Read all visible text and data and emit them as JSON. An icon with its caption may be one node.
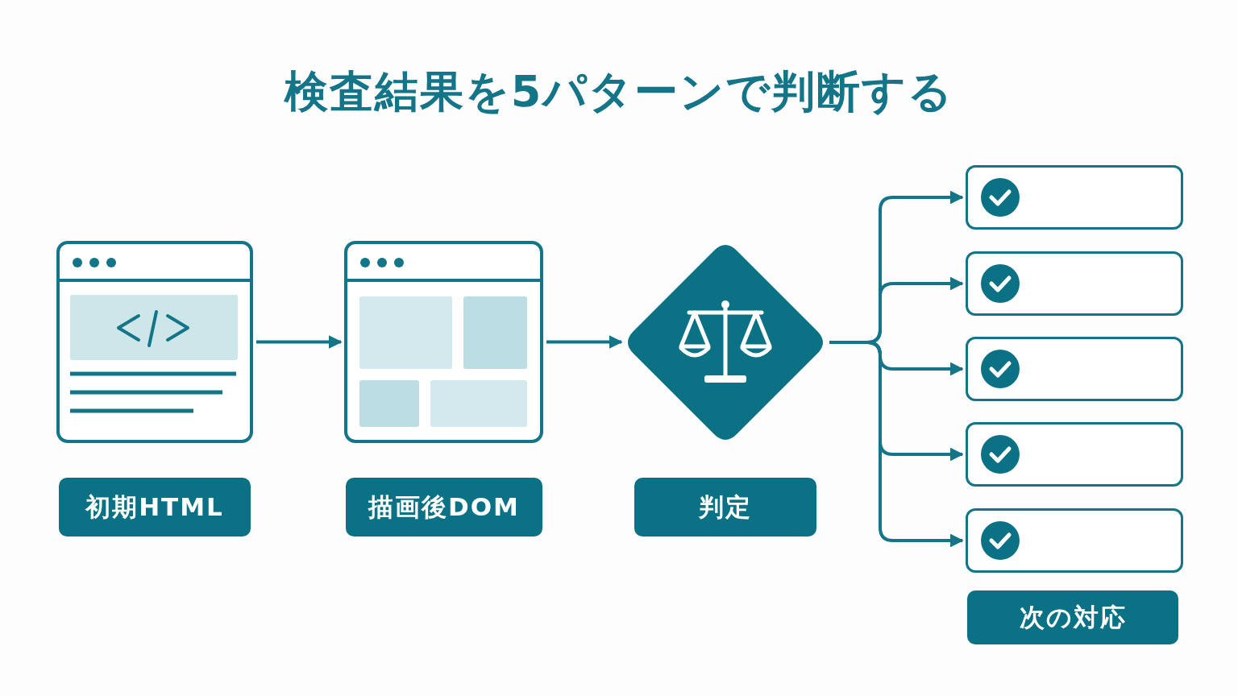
{
  "diagram": {
    "title": "検査結果を5パターンで判断する",
    "nodes": [
      {
        "text": [],
        "shape": "picture"
      },
      {
        "text": [],
        "shape": "picture"
      },
      {
        "text": [],
        "shape": "diamond"
      },
      {
        "text": [],
        "shape": "box"
      },
      {
        "text": [],
        "shape": "box"
      },
      {
        "text": [],
        "shape": "box"
      },
      {
        "text": [],
        "shape": "box"
      },
      {
        "text": [],
        "shape": "box"
      },
      {
        "text": [
          "初期HTML"
        ]
      },
      {
        "text": [
          "描画後DOM"
        ]
      },
      {
        "text": [
          "判定"
        ]
      },
      {
        "text": [
          "次の対応"
        ]
      }
    ],
    "edges": [
      {
        "from": 0,
        "to": 1,
        "arrow": "to"
      },
      {
        "from": 1,
        "to": 2,
        "arrow": "to"
      },
      {
        "from": 2,
        "to": 3,
        "arrow": "to"
      },
      {
        "from": 2,
        "to": 4,
        "arrow": "to"
      },
      {
        "from": 2,
        "to": 5,
        "arrow": "to"
      },
      {
        "from": 2,
        "to": 6,
        "arrow": "to"
      },
      {
        "from": 2,
        "to": 7,
        "arrow": "to"
      }
    ]
  }
}
